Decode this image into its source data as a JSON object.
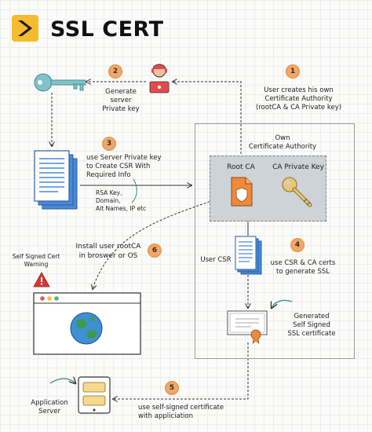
{
  "header": {
    "title": "SSL CERT"
  },
  "steps": {
    "s1": {
      "num": "1",
      "text": [
        "User creates his own",
        "Certificate Authority",
        "(rootCA & CA Private key)"
      ]
    },
    "s2": {
      "num": "2",
      "text": [
        "Generate",
        "server",
        "Private key"
      ]
    },
    "s3": {
      "num": "3",
      "text": [
        "use Server Private key",
        "to Create CSR With",
        "Required Info"
      ]
    },
    "s4": {
      "num": "4",
      "text": [
        "use CSR & CA certs",
        "to generate SSL"
      ]
    },
    "s5": {
      "num": "5",
      "text": [
        "use self-signed certificate",
        "with appliciation"
      ]
    },
    "s6": {
      "num": "6",
      "text": [
        "Install user rootCA",
        "in broswer or OS"
      ]
    }
  },
  "labels": {
    "csr_info": [
      "RSA Key,",
      "Domain,",
      "Alt Names, IP etc"
    ],
    "own_ca": [
      "Own",
      "Certificate Authority"
    ],
    "root_ca": "Root CA",
    "ca_private_key": "CA Private Key",
    "user_csr": "User CSR",
    "generated": [
      "Generated",
      "Self Signed",
      "SSL certificate"
    ],
    "warning": [
      "Self Signed Cert",
      "Warning"
    ],
    "app_server": [
      "Application",
      "Server"
    ]
  },
  "colors": {
    "accent_orange": "#f0a86a",
    "key_teal": "#7fc3c9",
    "doc_blue": "#4a89d6",
    "root_ca_orange": "#ef8a3a",
    "ca_key_gold": "#e8c878",
    "warning_red": "#d33a3a",
    "globe_blue": "#3f8fd6",
    "globe_green": "#3f9a4a",
    "app_yellow": "#f6d98a"
  }
}
